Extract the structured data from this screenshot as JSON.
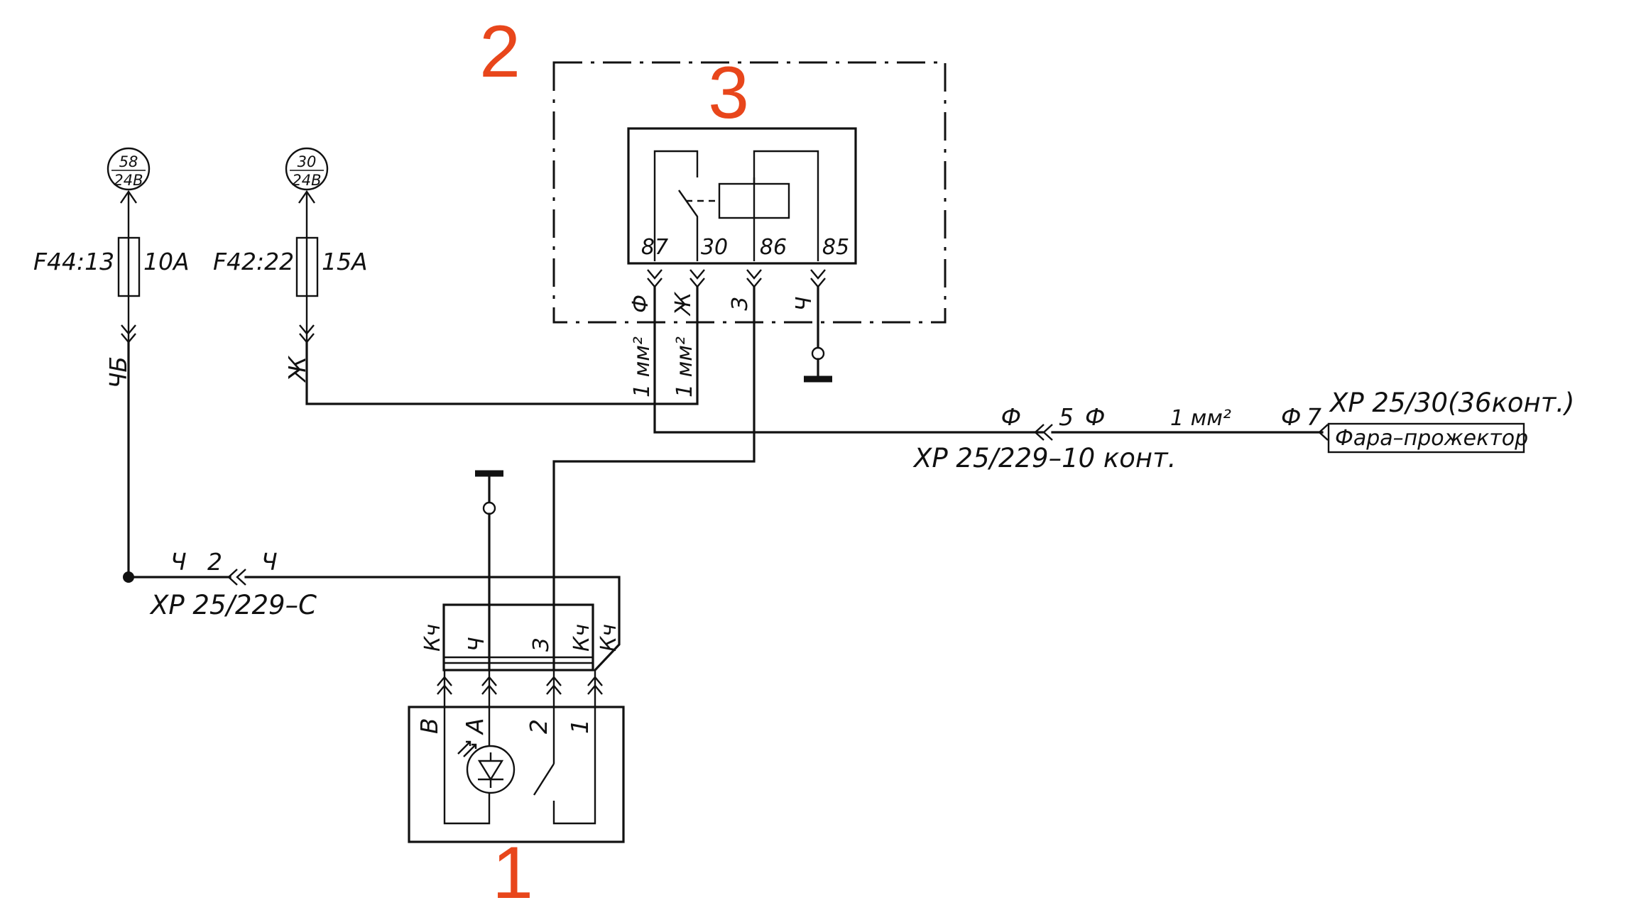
{
  "callouts": {
    "power_block": "2",
    "relay": "3",
    "switch": "1"
  },
  "power_sources": [
    {
      "top": "58",
      "bottom": "24В"
    },
    {
      "top": "30",
      "bottom": "24В"
    }
  ],
  "fuses": [
    {
      "id": "F44:13",
      "rating": "10А"
    },
    {
      "id": "F42:22",
      "rating": "15А"
    }
  ],
  "relay": {
    "pins": [
      "87",
      "30",
      "86",
      "85"
    ],
    "wire_colors": [
      "Ф",
      "Ж",
      "З",
      "Ч"
    ]
  },
  "wires": {
    "fuse1_wire": "ЧБ",
    "fuse2_wire": "Ж",
    "cross_section_1": "1 мм²",
    "cross_section_2": "1 мм²",
    "cross_section_3": "1 мм²"
  },
  "connectors": {
    "xp_229_10": {
      "left_color": "Ф",
      "pin": "5",
      "right_color": "Ф",
      "label": "ХР 25/229–10  конт."
    },
    "xp_25_30": {
      "color": "Ф",
      "pin": "7",
      "label": "ХР 25/30(36конт.)",
      "device": "Фара–прожектор"
    },
    "xp_229_c": {
      "left_color": "Ч",
      "pin": "2",
      "right_color": "Ч",
      "label": "ХР 25/229–С"
    }
  },
  "switch_unit": {
    "wire_colors": [
      "Кч",
      "Ч",
      "З",
      "Кч",
      "Кч"
    ],
    "pins": [
      "В",
      "А",
      "2",
      "1"
    ]
  }
}
